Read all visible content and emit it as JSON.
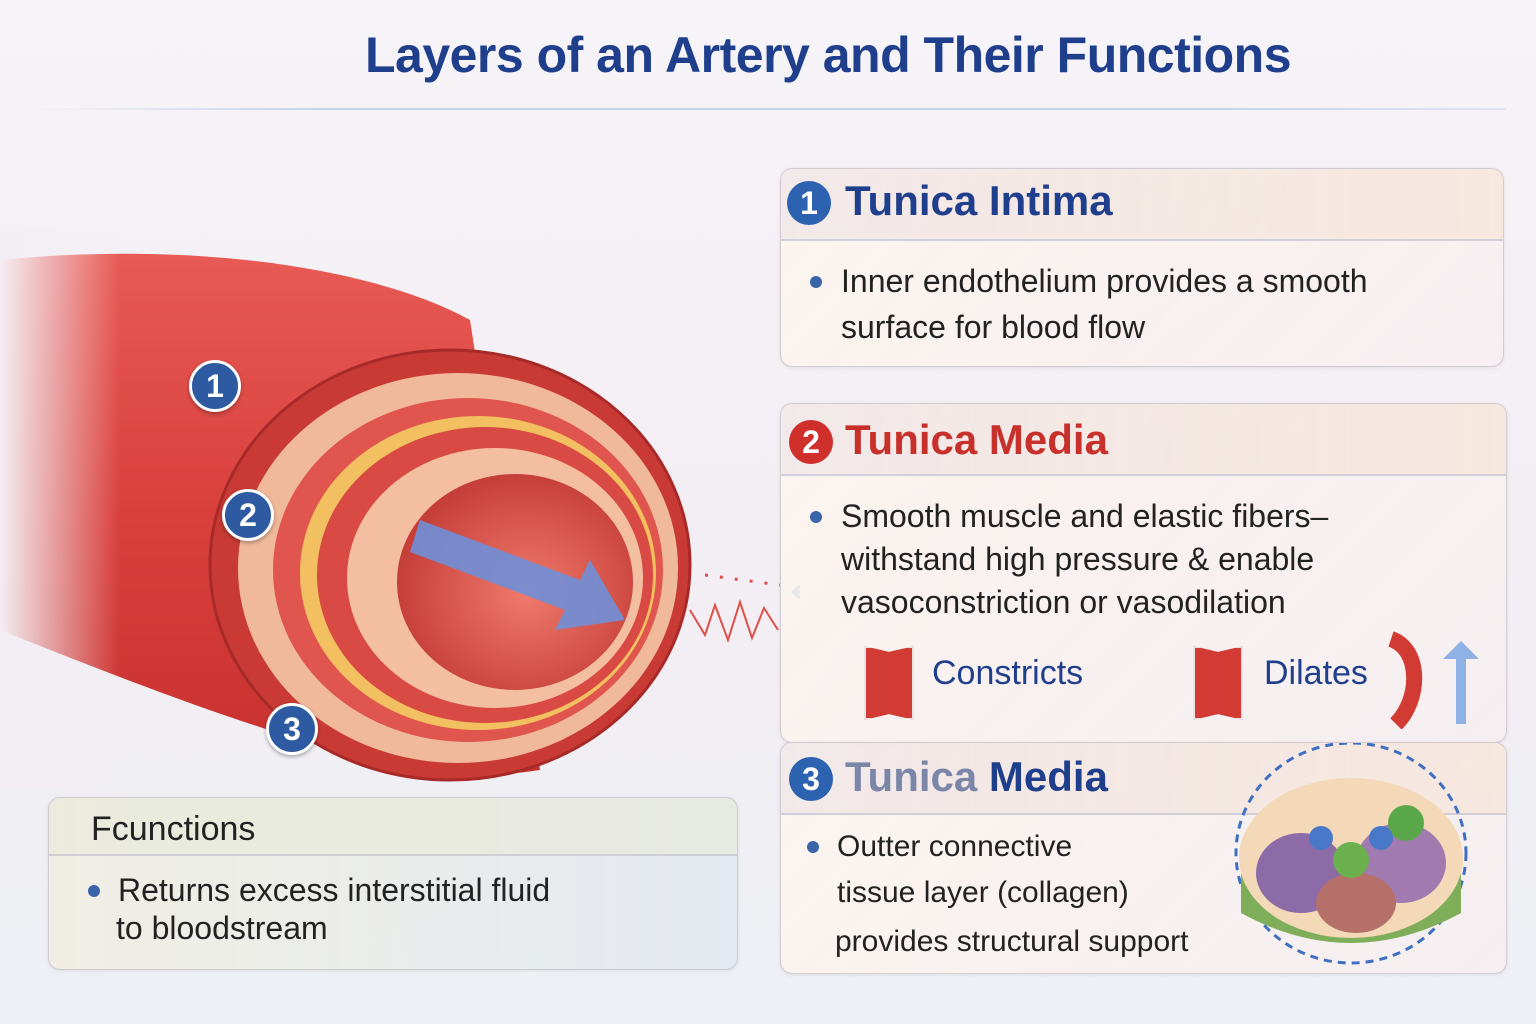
{
  "title": "Layers of an Artery and Their Functions",
  "artery_markers": [
    "1",
    "2",
    "3"
  ],
  "cards": [
    {
      "number": "1",
      "heading": "Tunica Intima",
      "number_color": "#2d62b0",
      "heading_color": "#1f3f8c",
      "bullets": [
        "Inner endothelium provides a smooth",
        "surface for blood flow"
      ]
    },
    {
      "number": "2",
      "heading": "Tunica Media",
      "number_color": "#d0302c",
      "heading_color": "#c8302b",
      "bullets": [
        "Smooth muscle and elastic fibers–",
        "withstand high pressure & enable",
        "vasoconstriction or vasodilation"
      ],
      "actions": [
        {
          "label": "Constricts",
          "icon": "constrict-icon"
        },
        {
          "label": "Dilates",
          "icon": "dilate-arrow-icon"
        }
      ]
    },
    {
      "number": "3",
      "heading_part1": "Tunica",
      "heading_part2": "Media",
      "number_color": "#2d62b0",
      "heading_color": "#1f3f8c",
      "bullets": [
        "Outter connective",
        "tissue layer (collagen)",
        "provides structural support"
      ]
    }
  ],
  "functions": {
    "heading": "Fcunctions",
    "bullets": [
      "Returns excess interstitial fluid",
      "to bloodstream"
    ]
  }
}
